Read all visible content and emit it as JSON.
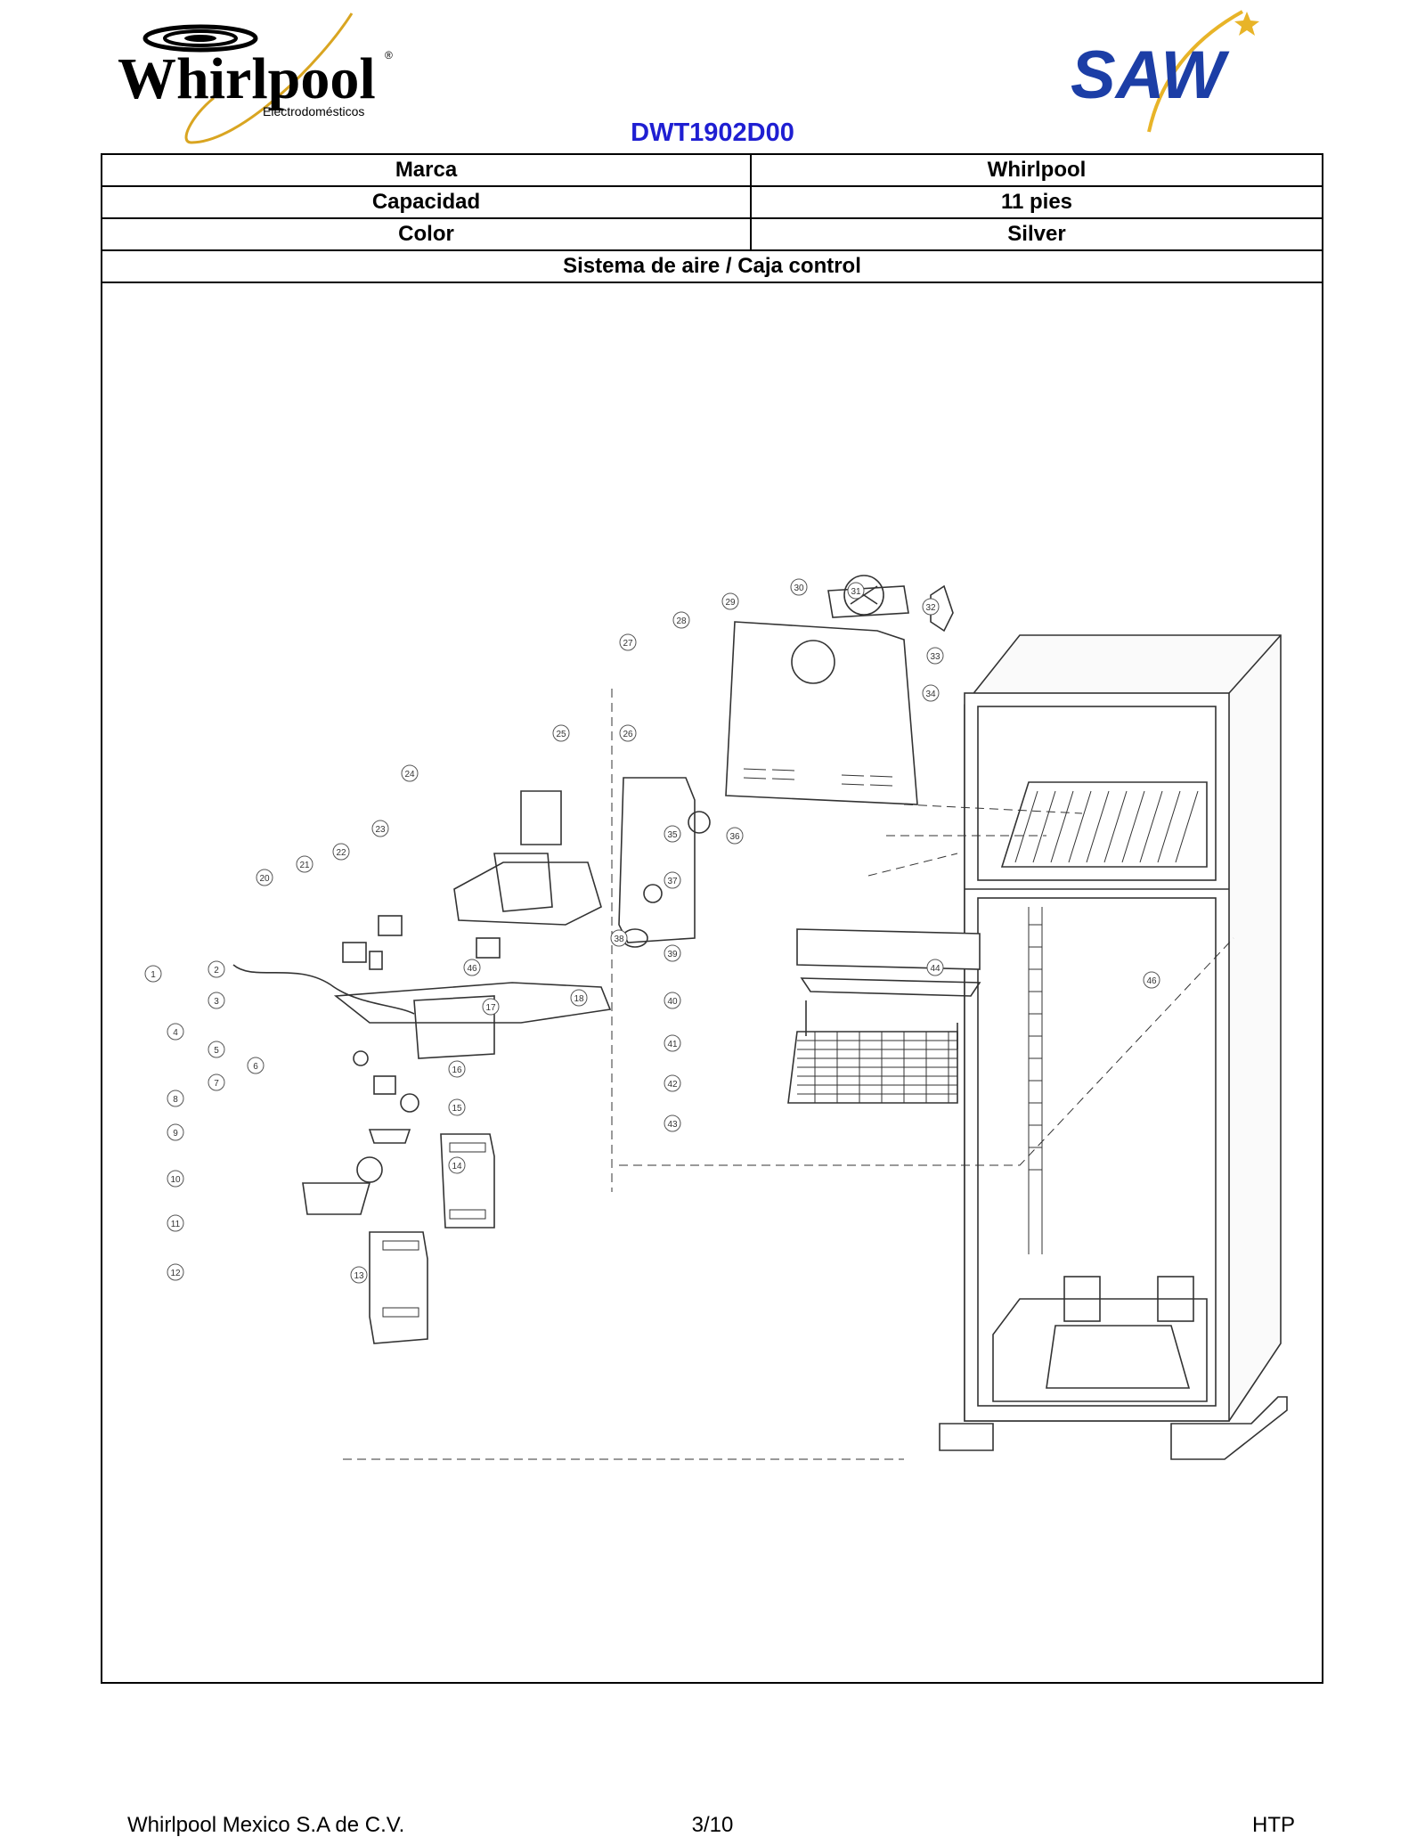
{
  "header": {
    "brand_logo_text": "Whirlpool",
    "brand_logo_subtext": "Electrodomésticos",
    "partner_logo_text": "SAW",
    "model": "DWT1902D00"
  },
  "specs": [
    {
      "label": "Marca",
      "value": "Whirlpool"
    },
    {
      "label": "Capacidad",
      "value": "11 pies"
    },
    {
      "label": "Color",
      "value": "Silver"
    }
  ],
  "section_title": "Sistema de aire /  Caja control",
  "diagram": {
    "part_numbers": [
      "1",
      "2",
      "3",
      "4",
      "5",
      "6",
      "7",
      "8",
      "9",
      "10",
      "11",
      "12",
      "13",
      "14",
      "15",
      "16",
      "17",
      "18",
      "20",
      "21",
      "22",
      "23",
      "24",
      "25",
      "26",
      "27",
      "28",
      "29",
      "30",
      "31",
      "32",
      "33",
      "34",
      "35",
      "36",
      "37",
      "38",
      "39",
      "40",
      "41",
      "42",
      "43",
      "44",
      "46",
      "46"
    ]
  },
  "footer": {
    "company": "Whirlpool Mexico S.A de C.V.",
    "page": "3/10",
    "code": "HTP"
  }
}
